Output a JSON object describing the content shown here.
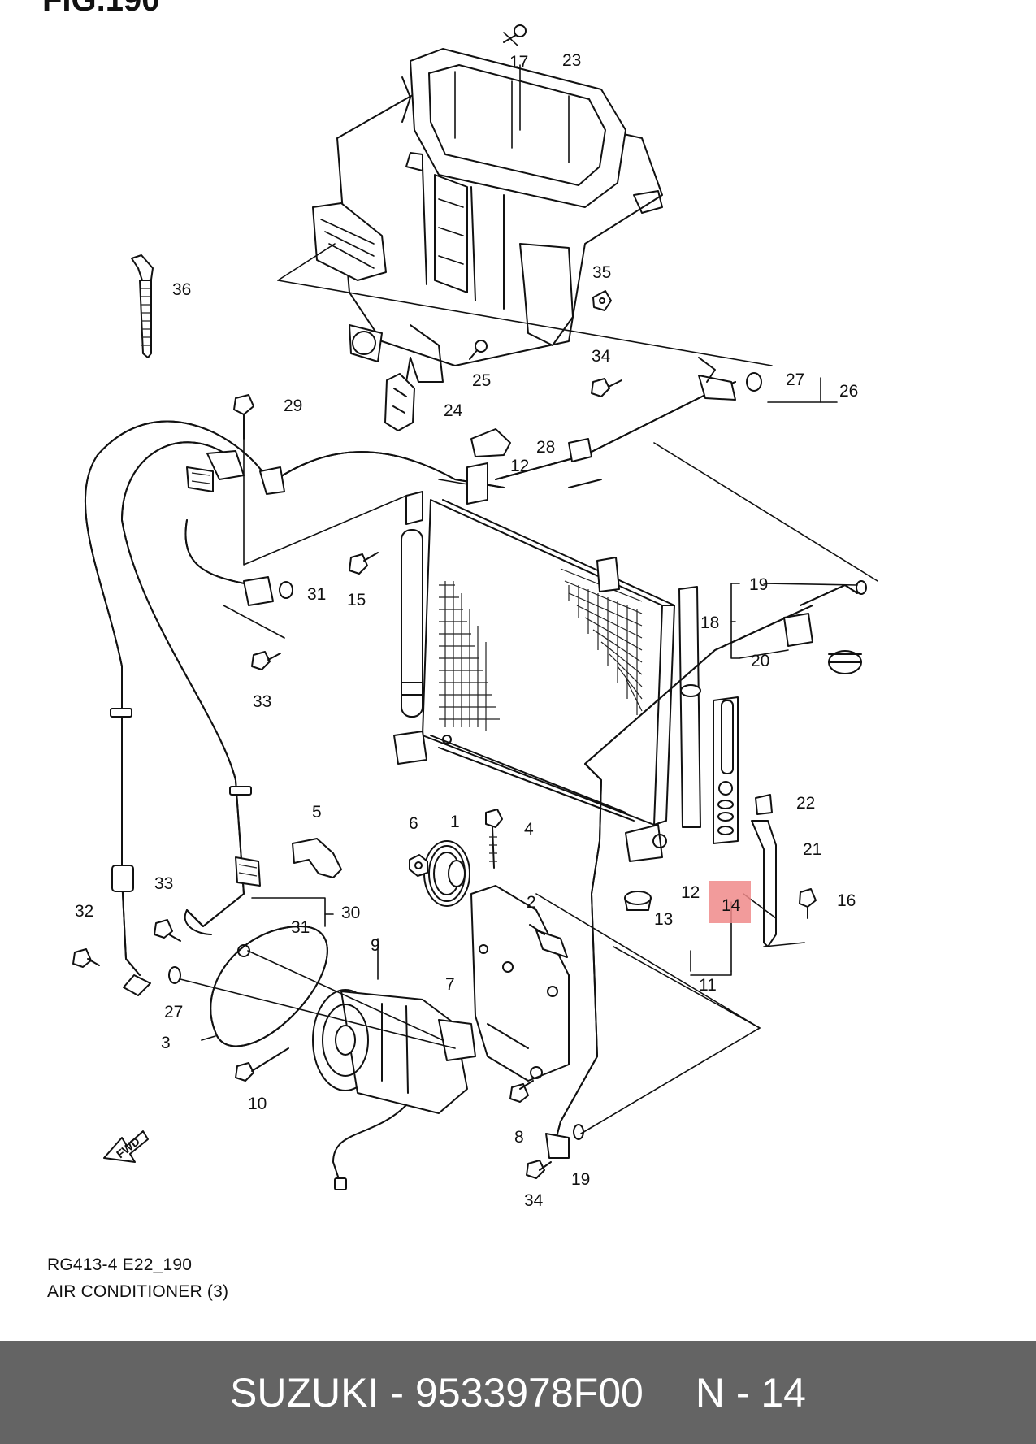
{
  "figure": {
    "title": "FIG.190",
    "code": "RG413-4 E22_190",
    "name": "AIR CONDITIONER (3)",
    "fwd_label": "FWD",
    "highlight_color": "#f08a8a",
    "highlight_part": "14",
    "callouts": [
      "1",
      "2",
      "3",
      "4",
      "5",
      "6",
      "7",
      "8",
      "9",
      "10",
      "11",
      "12",
      "12",
      "13",
      "14",
      "15",
      "16",
      "17",
      "18",
      "19",
      "19",
      "20",
      "21",
      "22",
      "23",
      "24",
      "25",
      "26",
      "27",
      "27",
      "28",
      "29",
      "30",
      "31",
      "31",
      "32",
      "33",
      "33",
      "34",
      "34",
      "35",
      "36"
    ]
  },
  "footer": {
    "brand": "SUZUKI",
    "separator": "-",
    "part_number": "9533978F00",
    "ref_label": "N - 14"
  }
}
